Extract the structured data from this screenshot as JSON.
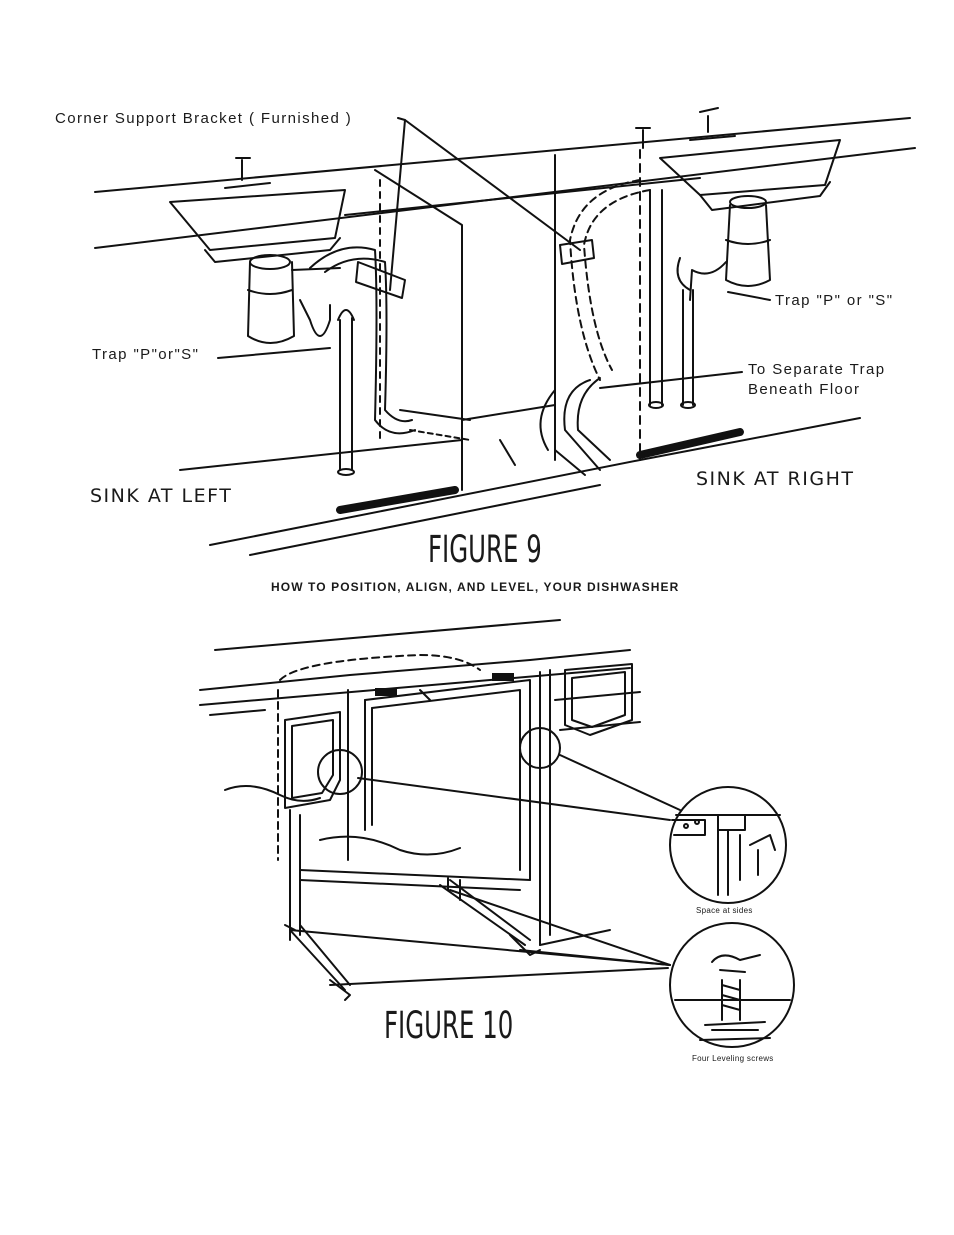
{
  "figure9": {
    "bracket_label": "Corner Support Bracket ( Furnished )",
    "trap_left_label": "Trap \"P\"or\"S\"",
    "trap_right_label": "Trap \"P\" or \"S\"",
    "separate_trap_line1": "To Separate Trap",
    "separate_trap_line2": "Beneath Floor",
    "sink_left": "SINK AT LEFT",
    "sink_right": "SINK AT RIGHT",
    "title": "FIGURE 9"
  },
  "caption": "HOW TO POSITION, ALIGN, AND LEVEL, YOUR DISHWASHER",
  "figure10": {
    "space_label": "Space at sides",
    "leveling_label": "Four Leveling screws",
    "title": "FIGURE 10"
  }
}
